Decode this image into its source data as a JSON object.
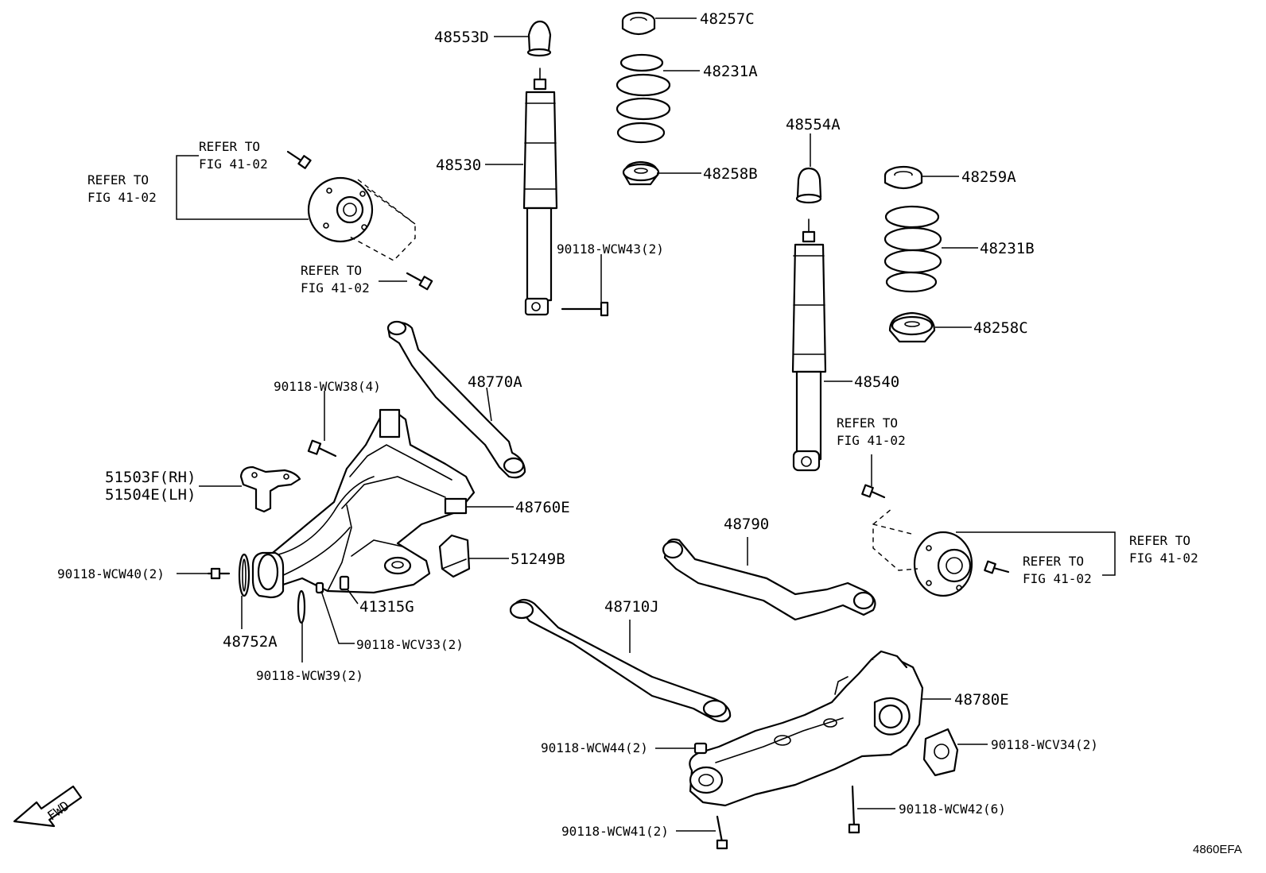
{
  "diagram": {
    "code": "4860EFA",
    "fwd": "FWD",
    "refer": {
      "line1": "REFER TO",
      "line2": "FIG 41-02"
    },
    "labels": {
      "p48553D": "48553D",
      "p48257C": "48257C",
      "p48231A": "48231A",
      "p48530": "48530",
      "p48258B": "48258B",
      "p48554A": "48554A",
      "p48259A": "48259A",
      "p48231B": "48231B",
      "p90118WCW43": "90118-WCW43(2)",
      "p48258C": "48258C",
      "p48770A": "48770A",
      "p48540": "48540",
      "p90118WCW38": "90118-WCW38(4)",
      "p51503F": "51503F(RH)",
      "p51504E": "51504E(LH)",
      "p48760E": "48760E",
      "p48790": "48790",
      "p51249B": "51249B",
      "p90118WCW40": "90118-WCW40(2)",
      "p41315G": "41315G",
      "p48710J": "48710J",
      "p48752A": "48752A",
      "p90118WCV33": "90118-WCV33(2)",
      "p90118WCW39": "90118-WCW39(2)",
      "p48780E": "48780E",
      "p90118WCW44": "90118-WCW44(2)",
      "p90118WCV34": "90118-WCV34(2)",
      "p90118WCW42": "90118-WCW42(6)",
      "p90118WCW41": "90118-WCW41(2)"
    }
  }
}
